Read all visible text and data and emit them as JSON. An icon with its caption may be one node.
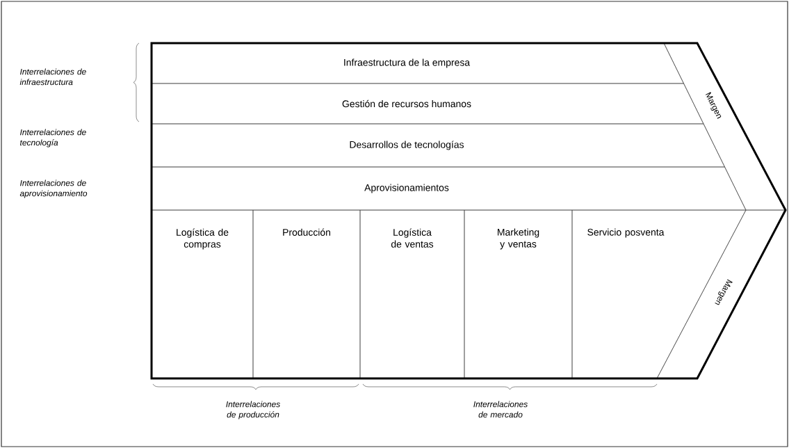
{
  "diagram": {
    "nodes": [
      {
        "text": [
          "Infraestructura de la empresa"
        ]
      },
      {
        "text": [
          "Gestión de recursos humanos"
        ]
      },
      {
        "text": [
          "Desarrollos de tecnologías"
        ]
      },
      {
        "text": [
          "Aprovisionamientos"
        ]
      },
      {
        "text": [
          "Logística de compras"
        ]
      },
      {
        "text": [
          "Producción"
        ]
      },
      {
        "text": [
          "Logística de ventas"
        ]
      },
      {
        "text": [
          "Marketing y ventas"
        ]
      },
      {
        "text": [
          "Servicio posventa"
        ]
      },
      {
        "text": [
          "Margen"
        ]
      },
      {
        "text": [
          "Margen"
        ]
      }
    ],
    "labels": [
      "Interrelaciones de infraestructura",
      "Interrelaciones de tecnología",
      "Interrelaciones de aprovisionamiento",
      "Interrelaciones de producción",
      "Interrelaciones de mercado"
    ]
  }
}
